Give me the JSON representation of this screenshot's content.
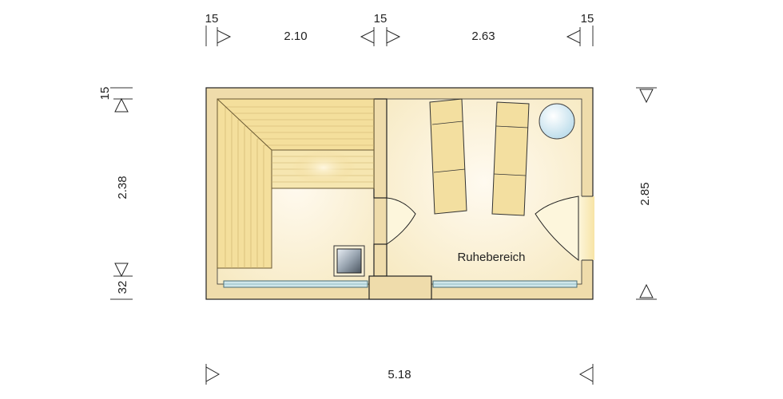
{
  "dimensions": {
    "top_wall_left": "15",
    "top_sauna": "2.10",
    "top_wall_mid": "15",
    "top_rest": "2.63",
    "top_wall_right": "15",
    "left_wall_top": "15",
    "left_sauna_depth": "2.38",
    "left_front": "32",
    "right_depth": "2.85",
    "bottom_total": "5.18"
  },
  "rooms": {
    "rest_area_label": "Ruhebereich"
  },
  "colors": {
    "wall": "#efdcab",
    "floor_light": "#fdf6dc",
    "bench_wood": "#f3dd9a",
    "glass": "#bfe0e6"
  }
}
